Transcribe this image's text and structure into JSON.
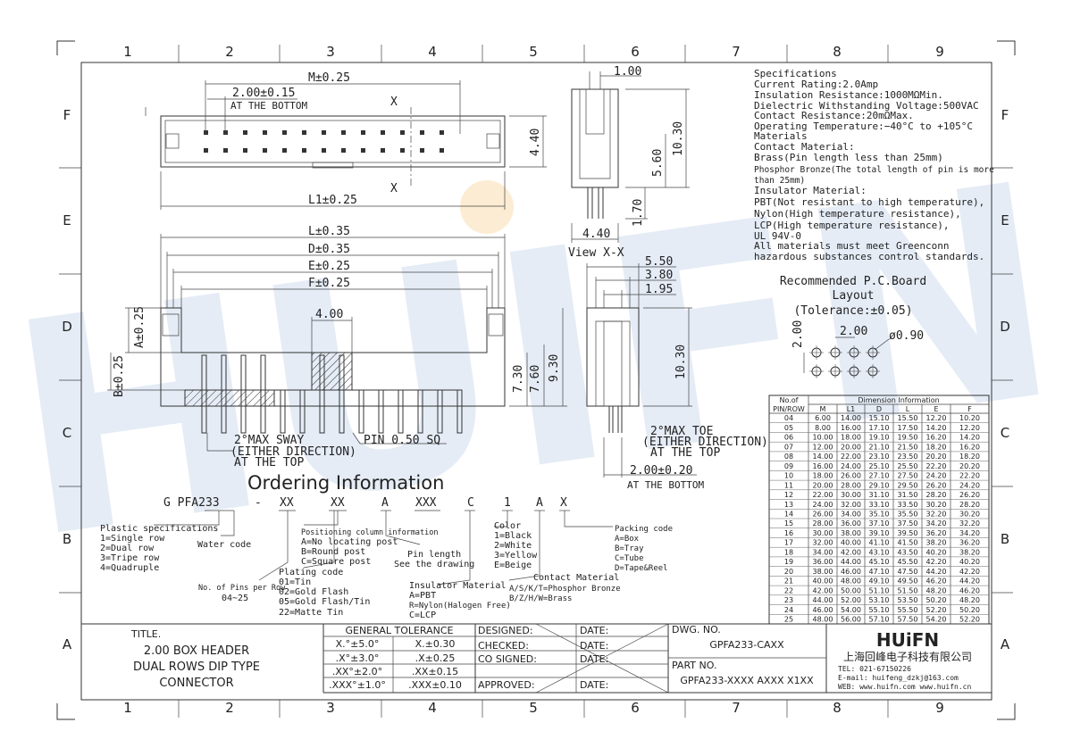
{
  "frame": {
    "cols": [
      "1",
      "2",
      "3",
      "4",
      "5",
      "6",
      "7",
      "8",
      "9"
    ],
    "rows": [
      "F",
      "E",
      "D",
      "C",
      "B",
      "A"
    ]
  },
  "watermark": "HUIFN",
  "top_view": {
    "m": "M±0.25",
    "pitch": "2.00±0.15",
    "pitch_note": "AT THE BOTTOM",
    "x_top": "X",
    "x_bottom": "X",
    "l1": "L1±0.25",
    "h": "4.40"
  },
  "side_view": {
    "top": "1.00",
    "h1": "10.30",
    "h2": "5.60",
    "h3": "1.70",
    "w": "4.40",
    "caption": "View  X-X"
  },
  "front_view": {
    "l": "L±0.35",
    "d": "D±0.35",
    "e": "E±0.25",
    "f": "F±0.25",
    "a": "A±0.25",
    "b": "B±0.25",
    "post": "4.00",
    "h1": "7.30",
    "h2": "7.60",
    "h3": "9.30",
    "sway1": "2°MAX SWAY",
    "sway2": "(EITHER DIRECTION)",
    "sway3": "AT THE TOP",
    "pin": "PIN 0.50 SQ"
  },
  "right_view": {
    "w1": "5.50",
    "w2": "3.80",
    "w3": "1.95",
    "h": "10.30",
    "toe1": "2°MAX TOE",
    "toe2": "(EITHER DIRECTION)",
    "toe3": "AT THE TOP",
    "pitch": "2.00±0.20",
    "pitch_note": "AT THE BOTTOM"
  },
  "specs": [
    "Specifications",
    "Current Rating:2.0Amp",
    "Insulation Resistance:1000MΩMin.",
    "Dielectric Withstanding Voltage:500VAC",
    "Contact Resistance:20mΩMax.",
    "Operating Temperature:−40°C to +105°C",
    "Materials",
    "Contact Material:",
    "Brass(Pin length less than 25mm)",
    "Phosphor Bronze(The total length of pin is more",
    "than 25mm)",
    "Insulator Material:",
    "PBT(Not resistant to high temperature),",
    "Nylon(High temperature resistance),",
    "LCP(High temperature resistance),",
    "UL 94V-0",
    "All materials must meet Greenconn",
    "hazardous substances control standards."
  ],
  "pcb": {
    "title1": "Recommended P.C.Board",
    "title2": "Layout",
    "tol": "(Tolerance:±0.05)",
    "pitch_h": "2.00",
    "pitch_v": "2.00",
    "hole": "ø0.90"
  },
  "dim_table": {
    "corner1": "No.of",
    "corner2": "PIN/ROW",
    "group": "Dimension Information",
    "cols": [
      "M",
      "L1",
      "D",
      "L",
      "E",
      "F"
    ],
    "rows": [
      [
        "04",
        "6.00",
        "14.00",
        "15.10",
        "15.50",
        "12.20",
        "10.20"
      ],
      [
        "05",
        "8.00",
        "16.00",
        "17.10",
        "17.50",
        "14.20",
        "12.20"
      ],
      [
        "06",
        "10.00",
        "18.00",
        "19.10",
        "19.50",
        "16.20",
        "14.20"
      ],
      [
        "07",
        "12.00",
        "20.00",
        "21.10",
        "21.50",
        "18.20",
        "16.20"
      ],
      [
        "08",
        "14.00",
        "22.00",
        "23.10",
        "23.50",
        "20.20",
        "18.20"
      ],
      [
        "09",
        "16.00",
        "24.00",
        "25.10",
        "25.50",
        "22.20",
        "20.20"
      ],
      [
        "10",
        "18.00",
        "26.00",
        "27.10",
        "27.50",
        "24.20",
        "22.20"
      ],
      [
        "11",
        "20.00",
        "28.00",
        "29.10",
        "29.50",
        "26.20",
        "24.20"
      ],
      [
        "12",
        "22.00",
        "30.00",
        "31.10",
        "31.50",
        "28.20",
        "26.20"
      ],
      [
        "13",
        "24.00",
        "32.00",
        "33.10",
        "33.50",
        "30.20",
        "28.20"
      ],
      [
        "14",
        "26.00",
        "34.00",
        "35.10",
        "35.50",
        "32.20",
        "30.20"
      ],
      [
        "15",
        "28.00",
        "36.00",
        "37.10",
        "37.50",
        "34.20",
        "32.20"
      ],
      [
        "16",
        "30.00",
        "38.00",
        "39.10",
        "39.50",
        "36.20",
        "34.20"
      ],
      [
        "17",
        "32.00",
        "40.00",
        "41.10",
        "41.50",
        "38.20",
        "36.20"
      ],
      [
        "18",
        "34.00",
        "42.00",
        "43.10",
        "43.50",
        "40.20",
        "38.20"
      ],
      [
        "19",
        "36.00",
        "44.00",
        "45.10",
        "45.50",
        "42.20",
        "40.20"
      ],
      [
        "20",
        "38.00",
        "46.00",
        "47.10",
        "47.50",
        "44.20",
        "42.20"
      ],
      [
        "21",
        "40.00",
        "48.00",
        "49.10",
        "49.50",
        "46.20",
        "44.20"
      ],
      [
        "22",
        "42.00",
        "50.00",
        "51.10",
        "51.50",
        "48.20",
        "46.20"
      ],
      [
        "23",
        "44.00",
        "52.00",
        "53.10",
        "53.50",
        "50.20",
        "48.20"
      ],
      [
        "24",
        "46.00",
        "54.00",
        "55.10",
        "55.50",
        "52.20",
        "50.20"
      ],
      [
        "25",
        "48.00",
        "56.00",
        "57.10",
        "57.50",
        "54.20",
        "52.20"
      ]
    ]
  },
  "ordering": {
    "title": "Ordering Information",
    "code": [
      "G PFA233",
      "-",
      "XX",
      "XX",
      "A",
      "XXX",
      "C",
      "1",
      "A",
      "X"
    ],
    "plastic": [
      "Plastic specifications",
      "1=Single row",
      "2=Dual row",
      "3=Tripe row",
      "4=Quadruple"
    ],
    "water": "Water code",
    "pins": [
      "No. of Pins per Row",
      "04~25"
    ],
    "position": [
      "Positioning column information",
      "A=No locating post",
      "B=Round post",
      "C=Square post"
    ],
    "plating": [
      "Plating code",
      "01=Tin",
      "02=Gold Flash",
      "05=Gold Flash/Tin",
      "22=Matte Tin"
    ],
    "pinlen": [
      "Pin length",
      "See the drawing"
    ],
    "insulator": [
      "Insulator Material",
      "A=PBT",
      "R=Nylon(Halogen Free)",
      "C=LCP"
    ],
    "color": [
      "Color",
      "1=Black",
      "2=White",
      "3=Yellow",
      "E=Beige"
    ],
    "contact": [
      "Contact Material",
      "A/S/K/T=Phosphor Bronze",
      "B/Z/H/W=Brass"
    ],
    "packing": [
      "Packing code",
      "A=Box",
      "B=Tray",
      "C=Tube",
      "D=Tape&Reel"
    ]
  },
  "title_block": {
    "title_label": "TITLE.",
    "title": [
      "2.00 BOX HEADER",
      "DUAL ROWS DIP TYPE",
      "CONNECTOR"
    ],
    "tol_head": "GENERAL TOLERANCE",
    "tol": [
      [
        "X.°±5.0°",
        "X.±0.30"
      ],
      [
        ".X°±3.0°",
        ".X±0.25"
      ],
      [
        ".XX°±2.0°",
        ".XX±0.15"
      ],
      [
        ".XXX°±1.0°",
        ".XXX±0.10"
      ]
    ],
    "roles": [
      "DESIGNED:",
      "CHECKED:",
      "CO SIGNED:",
      "APPROVED:"
    ],
    "date": "DATE:",
    "dwg_label": "DWG. NO.",
    "dwg": "GPFA233-CAXX",
    "part_label": "PART NO.",
    "part": "GPFA233-XXXX AXXX X1XX",
    "logo": "HUiFN",
    "company": "上海回峰电子科技有限公司",
    "tel": "TEL: 021-67150226",
    "email": "E-mail: huifeng_dzkj@163.com",
    "web": "WEB: www.huifn.com  www.huifn.cn"
  }
}
